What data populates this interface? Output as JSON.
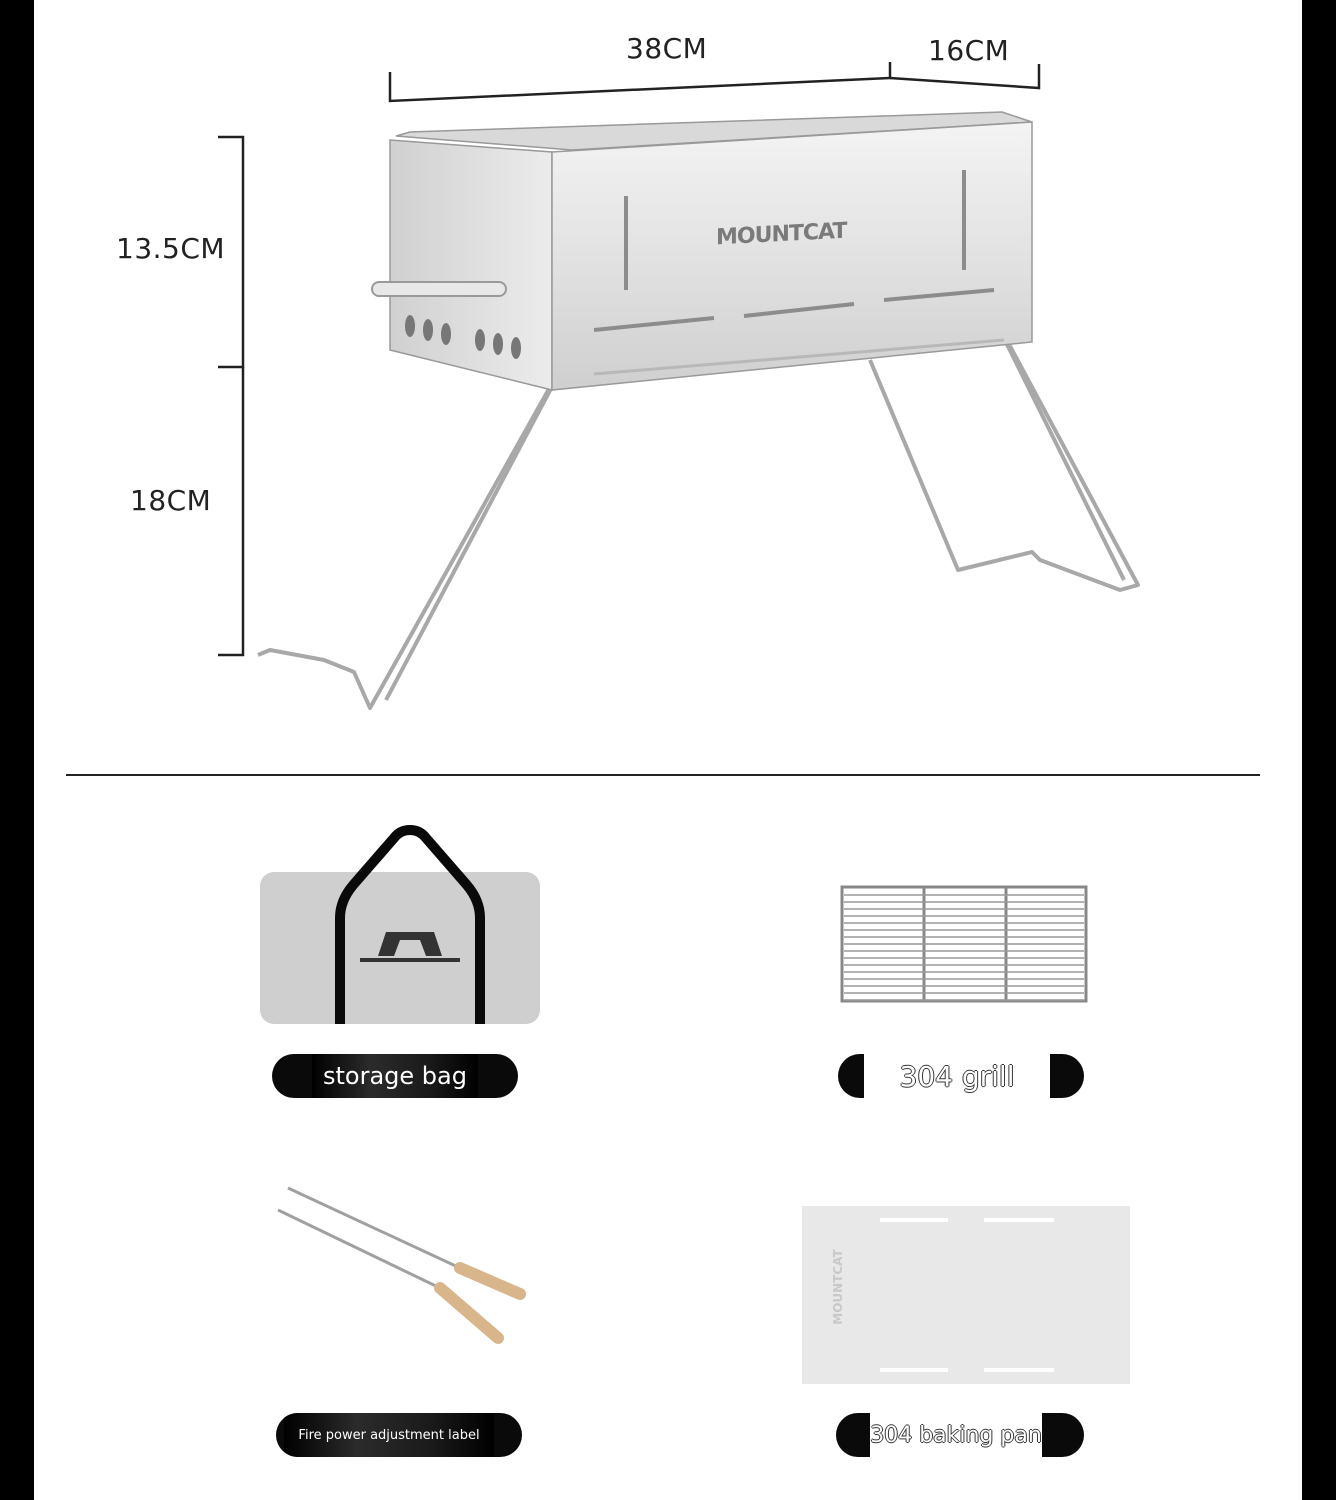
{
  "dimensions": {
    "length": "38CM",
    "width": "16CM",
    "body_height": "13.5CM",
    "leg_height": "18CM"
  },
  "brand": "MOUNTCAT",
  "accessories": [
    {
      "id": "storage-bag",
      "label": "storage bag"
    },
    {
      "id": "grill",
      "label": "304 grill"
    },
    {
      "id": "skewers",
      "label": "Fire power adjustment label"
    },
    {
      "id": "baking-pan",
      "label": "304 baking pan"
    }
  ]
}
